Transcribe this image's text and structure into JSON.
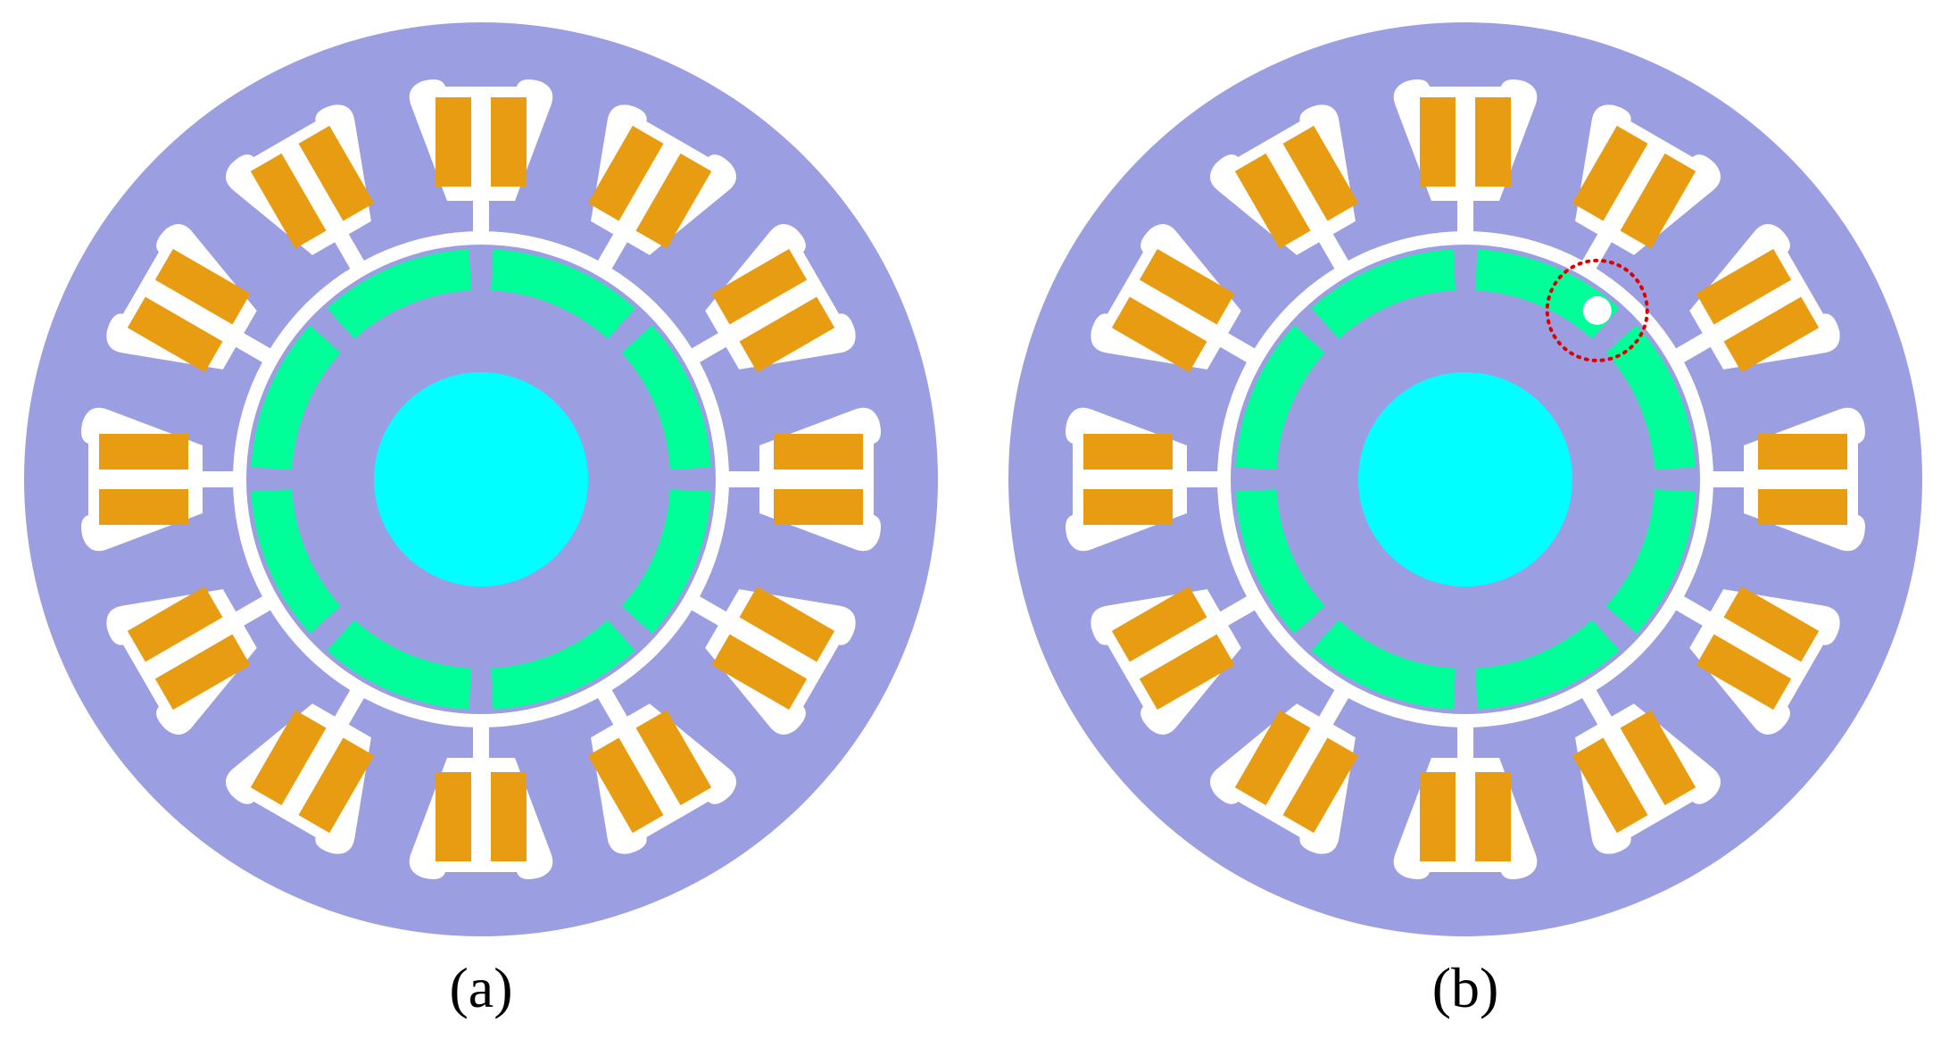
{
  "panels": [
    {
      "id": "a",
      "caption": "(a)",
      "fault_marker": false
    },
    {
      "id": "b",
      "caption": "(b)",
      "fault_marker": true
    }
  ],
  "structure": {
    "stator_slots": 12,
    "rotor_magnets": 8,
    "conductors_per_slot": 2
  },
  "colors": {
    "stator_core": "#9c9ee2",
    "rotor_core": "#9c9ee2",
    "shaft": "#00ffff",
    "magnet": "#00ff99",
    "winding": "#e89c12",
    "slot_air": "#ffffff",
    "fault_marker": "#dd0000"
  }
}
